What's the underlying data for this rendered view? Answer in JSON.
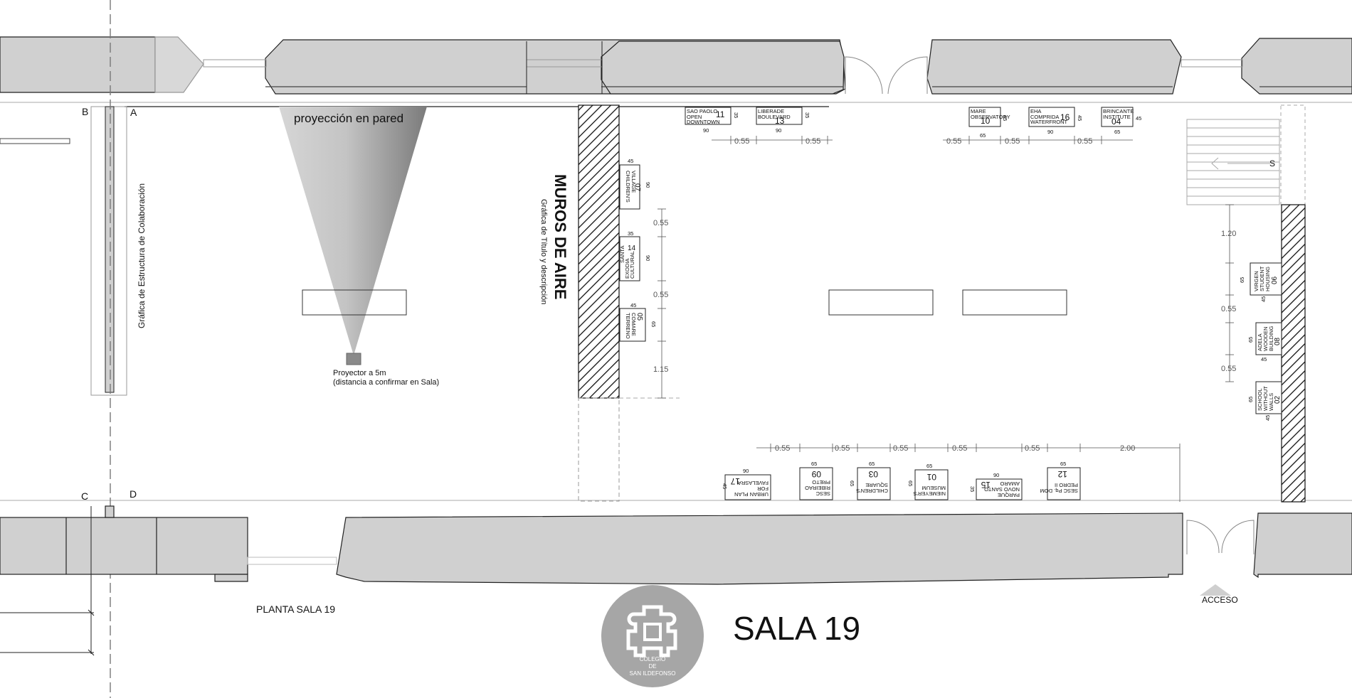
{
  "room": {
    "plan_title": "PLANTA SALA 19",
    "big_title": "SALA 19",
    "access": "ACCESO",
    "stair_mark": "S"
  },
  "logo": {
    "line1": "COLEGIO",
    "line2": "DE",
    "line3": "SAN ILDEFONSO"
  },
  "corners": {
    "a": "A",
    "b": "B",
    "c": "C",
    "d": "D"
  },
  "labels": {
    "projection": "proyección en pared",
    "projector_1": "Proyector a 5m",
    "projector_2": "(distancia a confirmar en Sala)",
    "collab": "Gráfica de Estructura de Colaboración",
    "walls_title": "MUROS   DE   AIRE",
    "walls_sub": "Gráfica de Título y descripción"
  },
  "tables": {
    "t11": {
      "num": "11",
      "l1": "SAO PAOLO",
      "l2": "OPEN",
      "l3": "DOWNTOWN"
    },
    "t13": {
      "num": "13",
      "l1": "LIBERADE",
      "l2": "BOULEVARD"
    },
    "t10": {
      "num": "10",
      "l1": "MARE",
      "l2": "OBSERVATORY"
    },
    "t16": {
      "num": "16",
      "l1": "EHA",
      "l2": "COMPRIDA",
      "l3": "WATERFRONT"
    },
    "t04": {
      "num": "04",
      "l1": "BRINCANTE",
      "l2": "INSTITUTE"
    },
    "t07": {
      "num": "07",
      "l1": "CHILDREN'S",
      "l2": "VILLAGE"
    },
    "t14": {
      "num": "14",
      "l1": "SANTA",
      "l2": "EXODIA",
      "l3": "CULTURAL"
    },
    "t05": {
      "num": "05",
      "l1": "TERRENO",
      "l2": "COMARE"
    },
    "t06": {
      "num": "06",
      "l1": "VIRGEN",
      "l2": "STUDENT",
      "l3": "HOUSING"
    },
    "t08": {
      "num": "08",
      "l1": "ADELA",
      "l2": "WOODEN",
      "l3": "BUILDING"
    },
    "t02": {
      "num": "02",
      "l1": "SCHOOL",
      "l2": "WITHOUT",
      "l3": "WALLS"
    },
    "t17": {
      "num": "17",
      "l1": "URBAN PLAN",
      "l2": "FOR",
      "l3": "FAVELASRA"
    },
    "t09": {
      "num": "09",
      "l1": "SESC",
      "l2": "RIBEIRAO",
      "l3": "PRETO"
    },
    "t03": {
      "num": "03",
      "l1": "CHILDREN'S",
      "l2": "SQUARE"
    },
    "t01": {
      "num": "01",
      "l1": "NIEMEYER'S",
      "l2": "MUSEUM"
    },
    "t15": {
      "num": "15",
      "l1": "PARQUE",
      "l2": "NOVO SANTO",
      "l3": "AMARO"
    },
    "t12": {
      "num": "12",
      "l1": "SESC Pq. DOM",
      "l2": "PEDRO II"
    }
  },
  "dims": {
    "d055": "0.55",
    "d115": "1.15",
    "d120": "1.20",
    "d200": "2.00",
    "w90": "90",
    "w65": "65",
    "w45": "45",
    "w35": "35"
  }
}
